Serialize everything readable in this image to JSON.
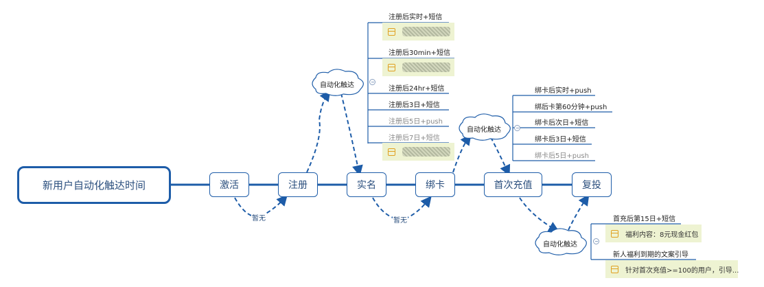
{
  "title": "新用户自动化触达时间",
  "stages": [
    {
      "id": "activate",
      "label": "激活"
    },
    {
      "id": "register",
      "label": "注册"
    },
    {
      "id": "realname",
      "label": "实名"
    },
    {
      "id": "bindcard",
      "label": "绑卡"
    },
    {
      "id": "firstcharge",
      "label": "首次充值"
    },
    {
      "id": "reinvest",
      "label": "复投"
    }
  ],
  "edge_labels": {
    "activate_to_register": "暂无",
    "realname_to_bindcard": "暂无"
  },
  "clouds": [
    {
      "id": "register_auto",
      "label": "自动化触达"
    },
    {
      "id": "bindcard_auto",
      "label": "自动化触达"
    },
    {
      "id": "firstcharge_auto",
      "label": "自动化触达"
    }
  ],
  "register_branch": {
    "items": [
      {
        "label": "注册后实时+短信",
        "muted": false,
        "note": "(blurred)"
      },
      {
        "label": "注册后30min+短信",
        "muted": false,
        "note": "(blurred)"
      },
      {
        "label": "注册后24hr+短信",
        "muted": false
      },
      {
        "label": "注册后3日+短信",
        "muted": false
      },
      {
        "label": "注册后5日+push",
        "muted": true
      },
      {
        "label": "注册后7日+短信",
        "muted": true,
        "note": "(blurred)"
      }
    ]
  },
  "bindcard_branch": {
    "items": [
      {
        "label": "绑卡后实时+push",
        "muted": false
      },
      {
        "label": "绑后卡第60分钟+push",
        "muted": false
      },
      {
        "label": "绑卡后次日+短信",
        "muted": false
      },
      {
        "label": "绑卡后3日+短信",
        "muted": false
      },
      {
        "label": "绑卡后5日+push",
        "muted": true
      }
    ]
  },
  "firstcharge_branch": {
    "items": [
      {
        "label": "首充后第15日+短信",
        "note": "福利内容：8元现金红包"
      },
      {
        "label": "新人福利到期的文案引导",
        "note": "针对首次充值>=100的用户，引导..."
      }
    ]
  },
  "colors": {
    "primary": "#1d5ca8",
    "note_bg": "#eef3d2",
    "note_icon": "#e0a020",
    "text": "#2b4f7e"
  }
}
